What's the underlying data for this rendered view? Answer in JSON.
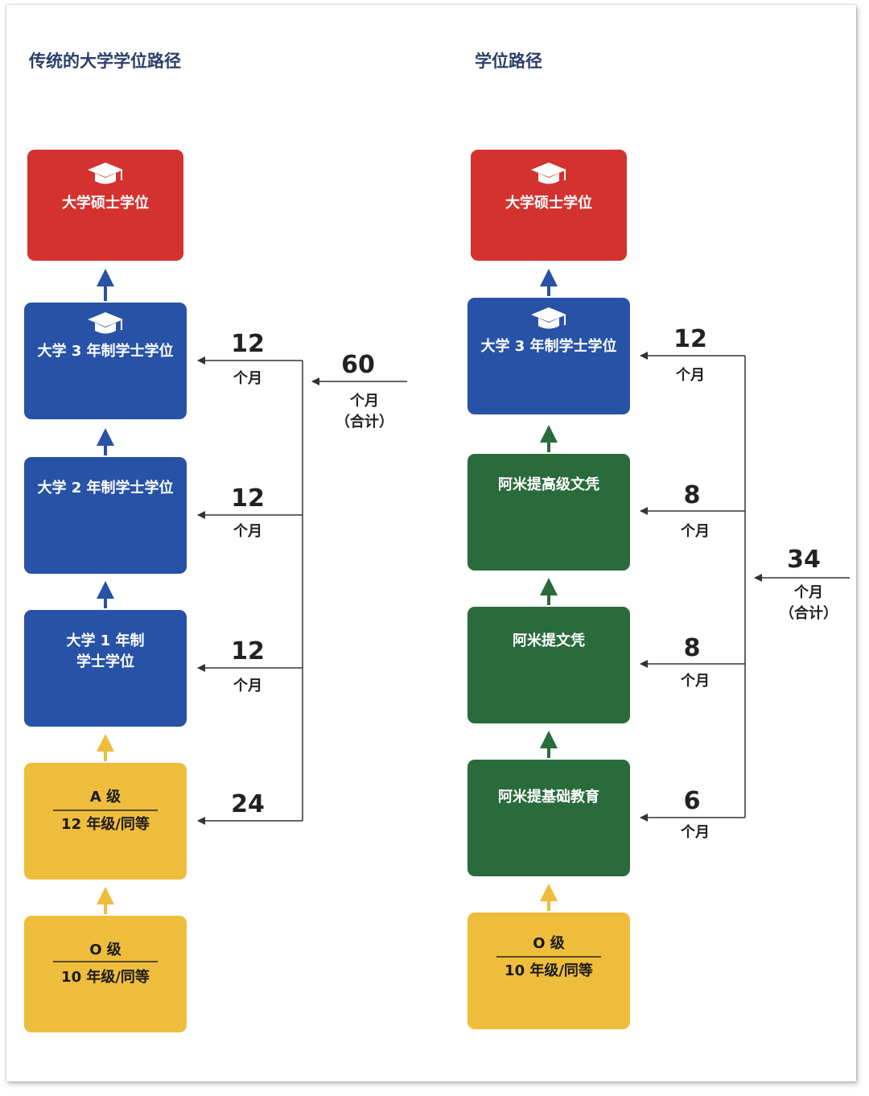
{
  "colors": {
    "red": "#d4322f",
    "blue": "#2752a6",
    "green": "#2a6b3c",
    "yellow": "#efbd3c",
    "title": "#2c3e6b"
  },
  "left": {
    "title": "传统的大学学位路径",
    "boxes": {
      "masters": "大学硕士学位",
      "year3": "大学 3 年制学士学位",
      "year2": "大学 2 年制学士学位",
      "year1_line1": "大学 1 年制",
      "year1_line2": "学士学位",
      "alevel_top": "A 级",
      "alevel_bottom": "12 年级/同等",
      "olevel_top": "O 级",
      "olevel_bottom": "10 年级/同等"
    },
    "durations": [
      {
        "value": "12",
        "unit": "个月"
      },
      {
        "value": "12",
        "unit": "个月"
      },
      {
        "value": "12",
        "unit": "个月"
      },
      {
        "value": "24",
        "unit": ""
      }
    ],
    "total": {
      "value": "60",
      "unit": "个月",
      "note": "（合计）"
    }
  },
  "right": {
    "title": "学位路径",
    "boxes": {
      "masters": "大学硕士学位",
      "year3": "大学 3 年制学士学位",
      "advanced": "阿米提高级文凭",
      "diploma": "阿米提文凭",
      "foundation": "阿米提基础教育",
      "olevel_top": "O 级",
      "olevel_bottom": "10 年级/同等"
    },
    "durations": [
      {
        "value": "12",
        "unit": "个月"
      },
      {
        "value": "8",
        "unit": "个月"
      },
      {
        "value": "8",
        "unit": "个月"
      },
      {
        "value": "6",
        "unit": "个月"
      }
    ],
    "total": {
      "value": "34",
      "unit": "个月",
      "note": "（合计）"
    }
  },
  "icons": [
    "graduation-cap-icon"
  ]
}
